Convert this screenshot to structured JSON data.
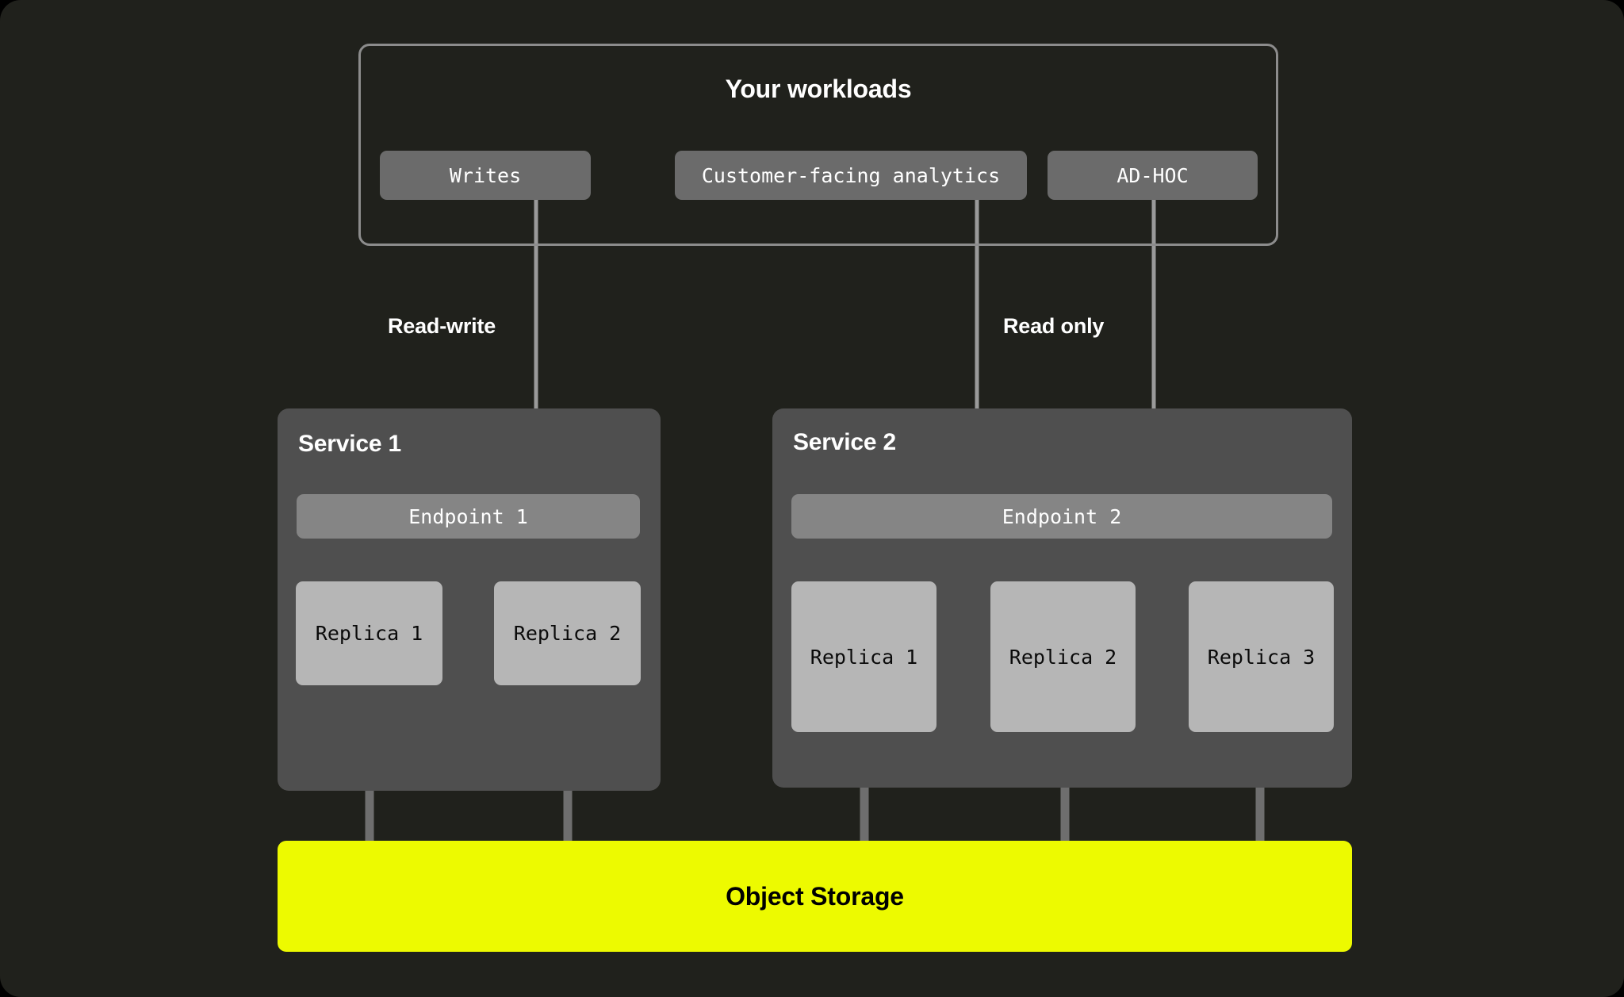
{
  "diagram": {
    "title": "Your workloads",
    "workloads": [
      {
        "id": "writes",
        "label": "Writes"
      },
      {
        "id": "analytics",
        "label": "Customer-facing analytics"
      },
      {
        "id": "adhoc",
        "label": "AD-HOC"
      }
    ],
    "edge_labels": {
      "read_write": "Read-write",
      "read_only": "Read only"
    },
    "services": [
      {
        "id": "service-1",
        "title": "Service 1",
        "endpoint": "Endpoint 1",
        "replicas": [
          {
            "label": "Replica 1"
          },
          {
            "label": "Replica 2"
          }
        ]
      },
      {
        "id": "service-2",
        "title": "Service 2",
        "endpoint": "Endpoint 2",
        "replicas": [
          {
            "label": "Replica 1"
          },
          {
            "label": "Replica 2"
          },
          {
            "label": "Replica 3"
          }
        ]
      }
    ],
    "storage": {
      "label": "Object Storage"
    },
    "colors": {
      "background": "#20211C",
      "container_border": "#8C8C8C",
      "workload_button": "#6B6B6B",
      "service_panel": "#4F4F4F",
      "endpoint": "#858585",
      "replica": "#B6B6B6",
      "storage_accent": "#EDFA00",
      "connector": "#828282",
      "text_light": "#FFFFFF",
      "text_dark": "#000000"
    }
  }
}
